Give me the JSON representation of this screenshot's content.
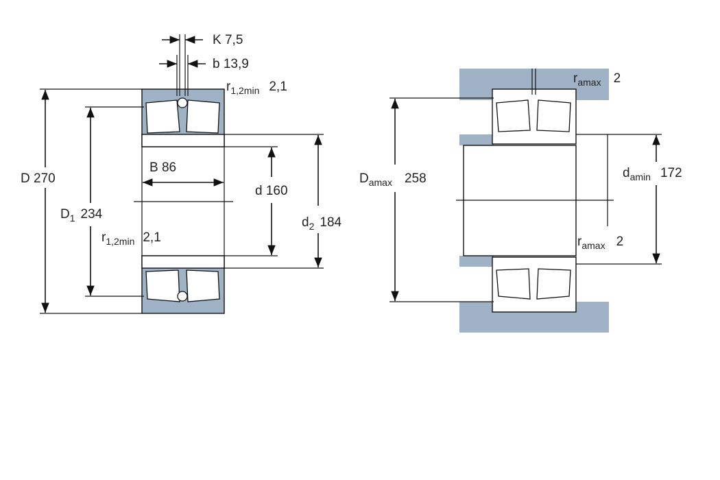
{
  "bearing": {
    "K": {
      "symbol": "K",
      "value": "7,5"
    },
    "b": {
      "symbol": "b",
      "value": "13,9"
    },
    "r12_top": {
      "symbol": "r",
      "subscript": "1,2min",
      "value": "2,1"
    },
    "r12_bottom": {
      "symbol": "r",
      "subscript": "1,2min",
      "value": "2,1"
    },
    "D": {
      "symbol": "D",
      "value": "270"
    },
    "D1": {
      "symbol": "D",
      "subscript": "1",
      "value": "234"
    },
    "B": {
      "symbol": "B",
      "value": "86"
    },
    "d": {
      "symbol": "d",
      "value": "160"
    },
    "d2": {
      "symbol": "d",
      "subscript": "2",
      "value": "184"
    }
  },
  "abutment": {
    "ra_top": {
      "symbol": "r",
      "subscript": "amax",
      "value": "2"
    },
    "ra_bottom": {
      "symbol": "r",
      "subscript": "amax",
      "value": "2"
    },
    "Da": {
      "symbol": "D",
      "subscript": "amax",
      "value": "258"
    },
    "da": {
      "symbol": "d",
      "subscript": "amin",
      "value": "172"
    }
  },
  "colors": {
    "steel": "#9fb2c6",
    "line": "#111111",
    "background": "#ffffff"
  }
}
